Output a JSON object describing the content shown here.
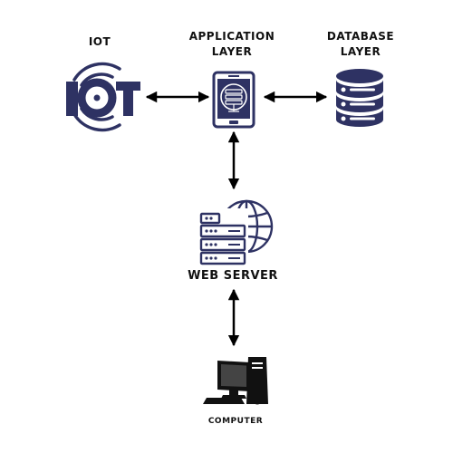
{
  "nodes": {
    "iot": {
      "label": "IOT",
      "logo_text": "IOT"
    },
    "application": {
      "label_line1": "APPLICATION",
      "label_line2": "LAYER"
    },
    "database": {
      "label_line1": "DATABASE",
      "label_line2": "LAYER"
    },
    "web_server": {
      "label": "WEB SERVER"
    },
    "computer": {
      "label": "COMPUTER"
    }
  },
  "edges": [
    {
      "from": "iot",
      "to": "application",
      "direction": "both"
    },
    {
      "from": "application",
      "to": "database",
      "direction": "both"
    },
    {
      "from": "application",
      "to": "web_server",
      "direction": "both"
    },
    {
      "from": "web_server",
      "to": "computer",
      "direction": "both"
    }
  ],
  "colors": {
    "icon_navy": "#2e3263",
    "arrow": "#000000",
    "computer": "#111111",
    "text": "#111111"
  },
  "icons": {
    "iot": "iot-logo-icon",
    "application": "mobile-app-icon",
    "database": "database-icon",
    "web_server": "server-globe-icon",
    "computer": "desktop-computer-icon"
  }
}
